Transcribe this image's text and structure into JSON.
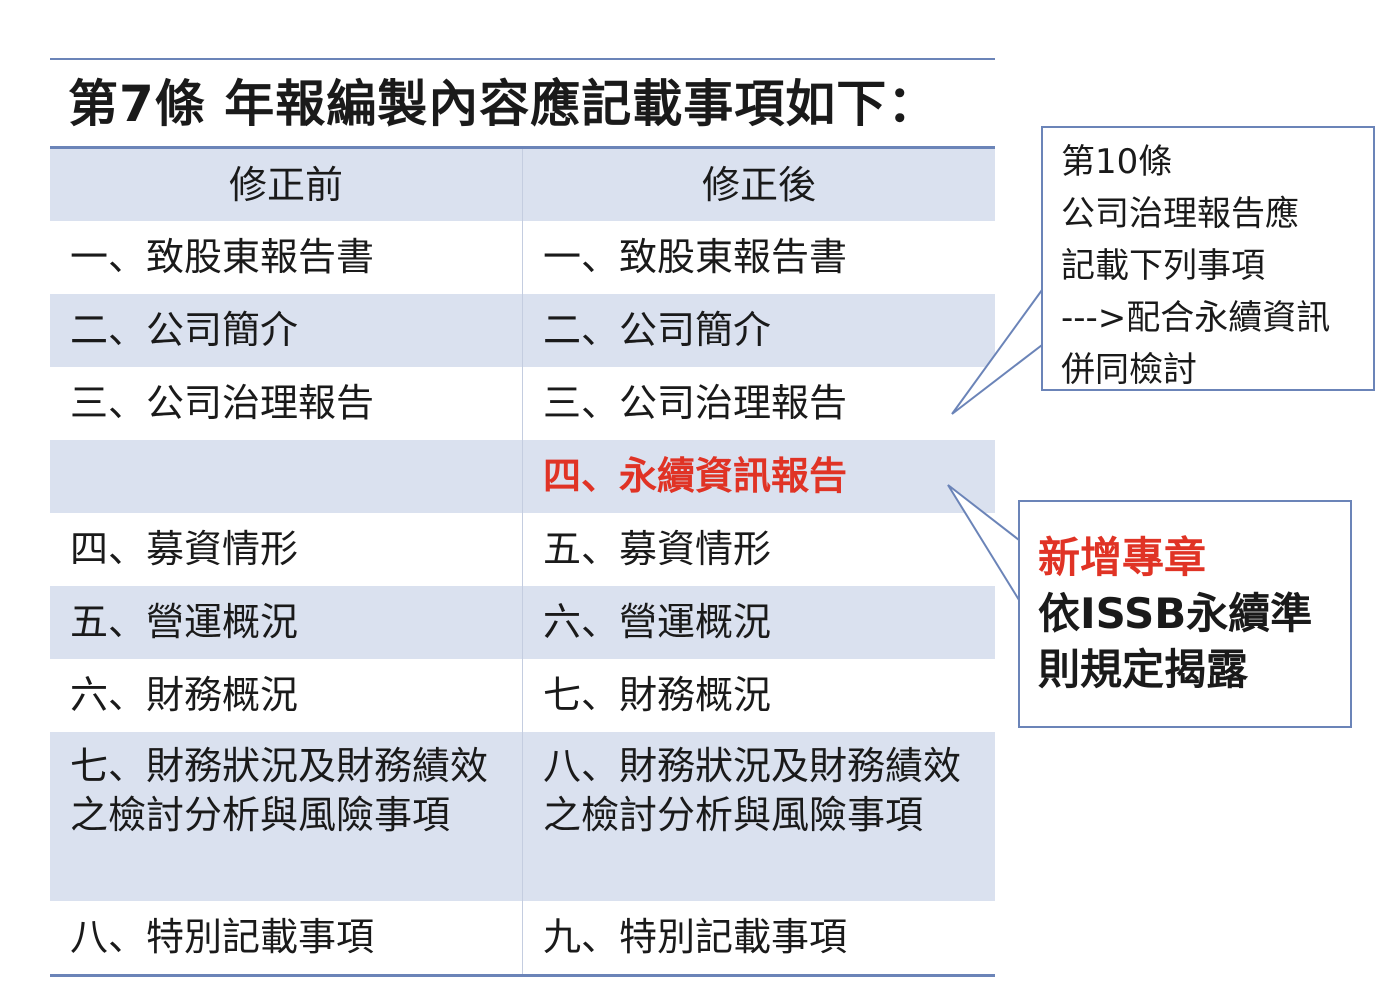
{
  "title": "第7條 年報編製內容應記載事項如下：",
  "table": {
    "headers": [
      "修正前",
      "修正後"
    ],
    "rows": [
      {
        "before": "一、致股東報告書",
        "after": "一、致股東報告書"
      },
      {
        "before": "二、公司簡介",
        "after": "二、公司簡介"
      },
      {
        "before": "三、公司治理報告",
        "after": "三、公司治理報告"
      },
      {
        "before": "",
        "after": "四、永續資訊報告"
      },
      {
        "before": "四、募資情形",
        "after": "五、募資情形"
      },
      {
        "before": "五、營運概況",
        "after": "六、營運概況"
      },
      {
        "before": "六、財務概況",
        "after": "七、財務概況"
      },
      {
        "before": "七、財務狀況及財務績效之檢討分析與風險事項",
        "after": "八、財務狀況及財務績效之檢討分析與風險事項"
      },
      {
        "before": "八、特別記載事項",
        "after": "九、特別記載事項"
      }
    ]
  },
  "callout1": {
    "lines": [
      "第10條",
      "公司治理報告應",
      "記載下列事項",
      "--->配合永續資訊",
      "併同檢討"
    ]
  },
  "callout2": {
    "lines": [
      "新增專章",
      "依ISSB永續準",
      "則規定揭露"
    ]
  },
  "colors": {
    "accent_red": "#e03325",
    "rule_blue": "#6b84b8",
    "row_shade": "#dae1ef"
  }
}
